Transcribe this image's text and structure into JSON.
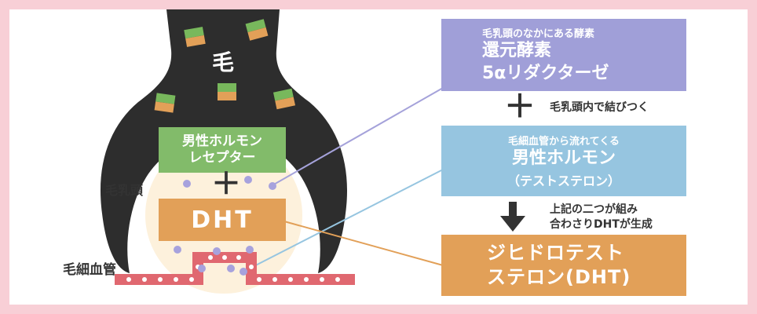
{
  "colors": {
    "page_border": "#f8cfd6",
    "hair_dark": "#2d2d2d",
    "papilla_cream": "#fdf1dc",
    "receptor_green": "#82bb6a",
    "dht_orange": "#e2a058",
    "enzyme_purple": "#a09fd8",
    "hormone_blue": "#96c5e0",
    "capillary_red": "#e06870",
    "dot_purple": "#a7a2dd"
  },
  "left": {
    "hair_label": "毛",
    "receptor_line1": "男性ホルモン",
    "receptor_line2": "レセプター",
    "plus": "＋",
    "papilla_label": "毛乳頭",
    "dht_label": "DHT",
    "capillary_label": "毛細血管"
  },
  "right": {
    "enzyme": {
      "subtitle": "毛乳頭のなかにある酵素",
      "line1": "還元酵素",
      "line2": "5αリダクターゼ"
    },
    "plus": "＋",
    "bind_note": "毛乳頭内で結びつく",
    "hormone": {
      "subtitle": "毛細血管から流れてくる",
      "line1": "男性ホルモン",
      "line2": "（テストステロン）"
    },
    "arrow_icon": "down-arrow-icon",
    "combine_note_line1": "上記の二つが組み",
    "combine_note_line2": "合わさりDHTが生成",
    "dht": {
      "line1": "ジヒドロテスト",
      "line2": "ステロン(DHT)"
    }
  }
}
